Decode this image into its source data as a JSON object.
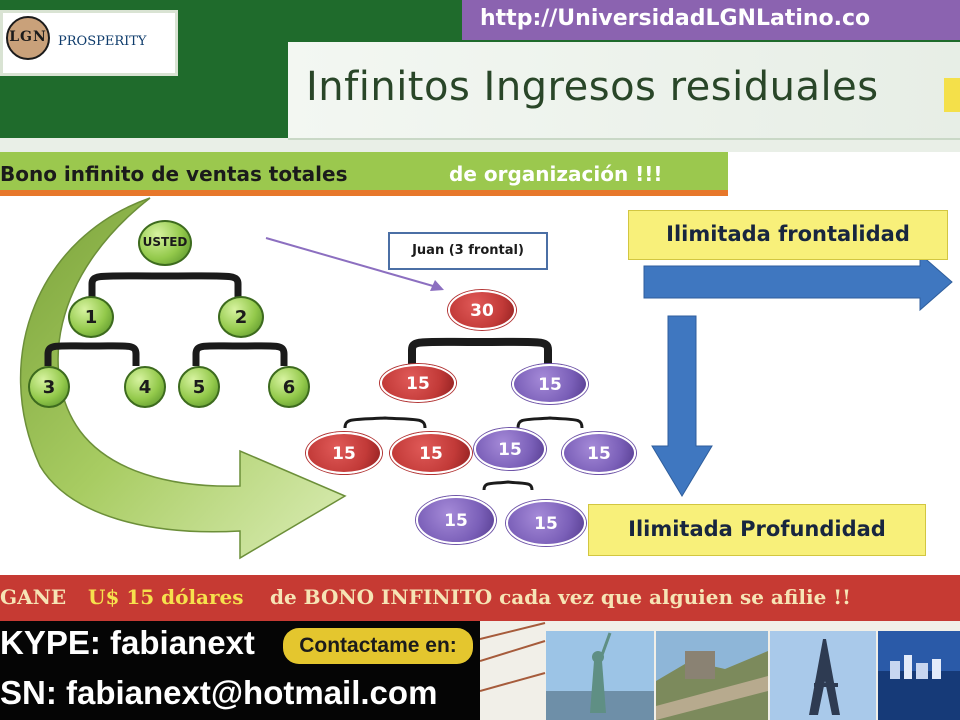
{
  "header": {
    "logo_letters": "LGN",
    "logo_name": "PROSPERITY",
    "logo_tagline": "",
    "url": "http://UniversidadLGNLatino.co",
    "title": "Infinitos  Ingresos residuales"
  },
  "subtitle": {
    "part1": "Bono infinito de ventas totales",
    "part2": "de organización !!!"
  },
  "green_tree": {
    "root": "USTED",
    "level1": [
      "1",
      "2"
    ],
    "level2": [
      "3",
      "4",
      "5",
      "6"
    ]
  },
  "red_tree": {
    "label": "Juan (3 frontal)",
    "root": "30",
    "level1": [
      "15",
      "15"
    ],
    "level2": [
      "15",
      "15",
      "15",
      "15"
    ],
    "level3": [
      "15",
      "15"
    ]
  },
  "callouts": {
    "frontalidad": "Ilimitada frontalidad",
    "profundidad": "Ilimitada Profundidad"
  },
  "bottom_banner": {
    "part1": "GANE",
    "part2": "U$ 15 dólares",
    "part3": "de BONO INFINITO cada vez que alguien se afilie !!"
  },
  "contact": {
    "skype": "KYPE: fabianext",
    "msn": "SN: fabianext@hotmail.com",
    "cta": "Contactame en:"
  },
  "colors": {
    "header_green": "#1f6b2c",
    "url_purple": "#8b63b0",
    "sub_green": "#9bc84e",
    "node_red": "#c23a38",
    "node_purple": "#7a5fb8",
    "arrow_blue": "#3f77c0",
    "banner_red": "#c63a33",
    "callout_yellow": "#f8f07a"
  },
  "icons": [
    "lgn-logo-icon",
    "right-arrow-icon",
    "down-arrow-icon",
    "curved-arrow-icon"
  ]
}
